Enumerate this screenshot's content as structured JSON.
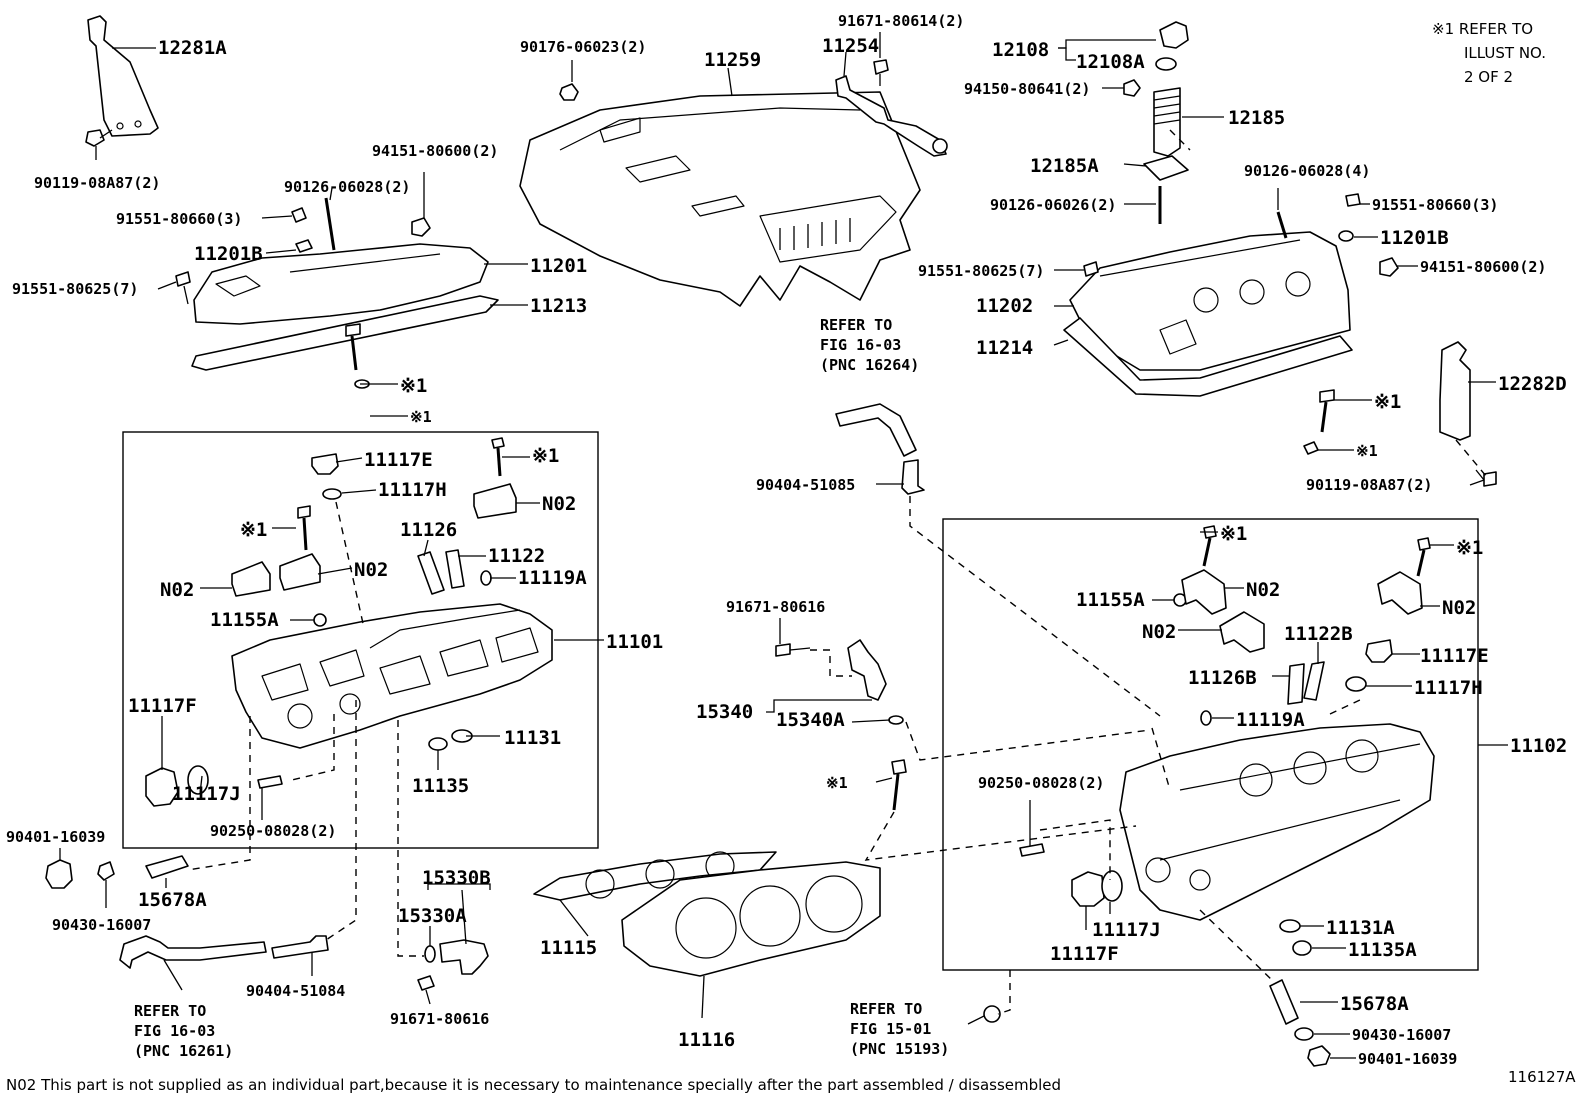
{
  "diagram": {
    "figure_id": "116127A",
    "footnote": "N02 This part is not supplied as an individual part,because it is necessary to maintenance specially after the part assembled / disassembled",
    "refer_note": [
      "※1 REFER TO",
      "ILLUST NO.",
      "2 OF 2"
    ],
    "refer_fig_top": [
      "REFER TO",
      "FIG 16-03",
      "(PNC 16264)"
    ],
    "refer_fig_left": [
      "REFER TO",
      "FIG 16-03",
      "(PNC 16261)"
    ],
    "refer_fig_bottom": [
      "REFER TO",
      "FIG 15-01",
      "(PNC 15193)"
    ],
    "parts": {
      "p12281A": "12281A",
      "p90119_08A87_left": "90119-08A87(2)",
      "p90176": "90176-06023(2)",
      "p11259": "11259",
      "p91671_80614": "91671-80614(2)",
      "p11254": "11254",
      "p12108": "12108",
      "p12108A": "12108A",
      "p94150": "94150-80641(2)",
      "p12185": "12185",
      "p12185A": "12185A",
      "p90126_06026": "90126-06026(2)",
      "p94151_left": "94151-80600(2)",
      "p90126_06028_left": "90126-06028(2)",
      "p91551_80660_left": "91551-80660(3)",
      "p11201B_left": "11201B",
      "p11201": "11201",
      "p91551_80625_left": "91551-80625(7)",
      "p11213": "11213",
      "s1_a": "※1",
      "s1_b": "※1",
      "p90126_06028_right": "90126-06028(4)",
      "p91551_80660_right": "91551-80660(3)",
      "p11201B_right": "11201B",
      "p91551_80625_right": "91551-80625(7)",
      "p94151_right": "94151-80600(2)",
      "p11202": "11202",
      "p11214": "11214",
      "p12282D": "12282D",
      "s1_c": "※1",
      "s1_d": "※1",
      "p90119_08A87_right": "90119-08A87(2)",
      "p90404_51085": "90404-51085",
      "p11117E_left": "11117E",
      "p11117H_left": "11117H",
      "s1_e": "※1",
      "s1_f": "※1",
      "pN02_a": "N02",
      "pN02_b": "N02",
      "pN02_c": "N02",
      "p11126": "11126",
      "p11122": "11122",
      "p11119A_left": "11119A",
      "p11155A_left": "11155A",
      "p11101": "11101",
      "p11117F_left": "11117F",
      "p11117J_left": "11117J",
      "p11131": "11131",
      "p11135": "11135",
      "p90250_left": "90250-08028(2)",
      "p90401_left": "90401-16039",
      "p90430_left": "90430-16007",
      "p15678A_left": "15678A",
      "p90404_51084": "90404-51084",
      "p15330B": "15330B",
      "p15330A": "15330A",
      "p91671_80616_bottom": "91671-80616",
      "p91671_80616_top": "91671-80616",
      "p15340": "15340",
      "p15340A": "15340A",
      "s1_g": "※1",
      "p11115": "11115",
      "p11116": "11116",
      "s1_h": "※1",
      "s1_i": "※1",
      "p11155A_right": "11155A",
      "pN02_d": "N02",
      "pN02_e": "N02",
      "pN02_f": "N02",
      "p11122B": "11122B",
      "p11117E_right": "11117E",
      "p11126B": "11126B",
      "p11117H_right": "11117H",
      "p11119A_right": "11119A",
      "p11102": "11102",
      "p90250_right": "90250-08028(2)",
      "p11117J_right": "11117J",
      "p11117F_right": "11117F",
      "p11131A": "11131A",
      "p11135A": "11135A",
      "p15678A_right": "15678A",
      "p90430_right": "90430-16007",
      "p90401_right": "90401-16039"
    }
  }
}
